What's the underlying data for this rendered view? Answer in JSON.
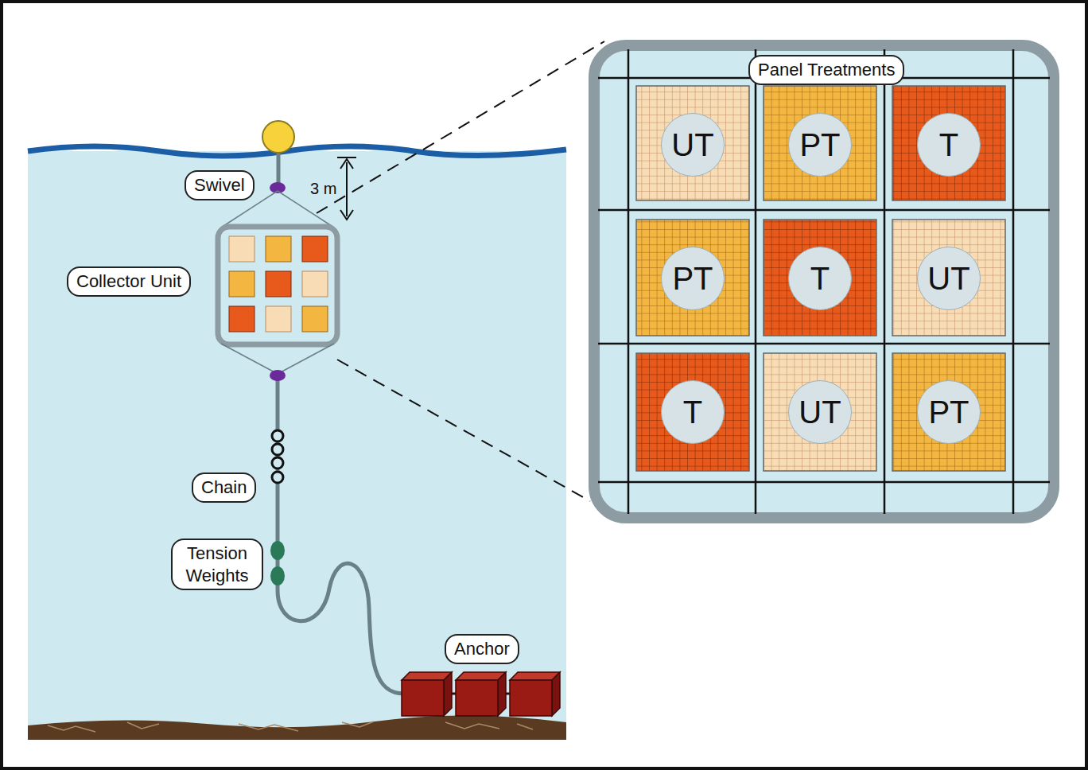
{
  "diagram": {
    "nodes": [
      {
        "text": [
          "Swivel"
        ]
      },
      {
        "text": [
          "Collector Unit"
        ]
      },
      {
        "text": [
          "Chain"
        ]
      },
      {
        "text": [
          "Tension Weights"
        ]
      },
      {
        "text": [
          "Anchor"
        ]
      },
      {
        "text": [
          "Panel Treatments"
        ]
      },
      {
        "text": [
          "UT"
        ],
        "in": 5
      },
      {
        "text": [
          "PT"
        ],
        "in": 5
      },
      {
        "text": [
          "T"
        ],
        "in": 5
      },
      {
        "text": [
          "PT"
        ],
        "in": 5
      },
      {
        "text": [
          "T"
        ],
        "in": 5
      },
      {
        "text": [
          "UT"
        ],
        "in": 5
      },
      {
        "text": [
          "T"
        ],
        "in": 5
      },
      {
        "text": [
          "UT"
        ],
        "in": 5
      },
      {
        "text": [
          "PT"
        ],
        "in": 5
      }
    ],
    "labels": [
      "3 m"
    ]
  }
}
